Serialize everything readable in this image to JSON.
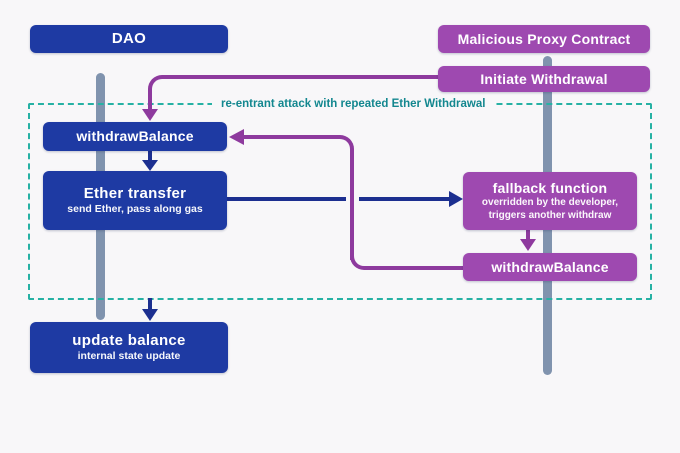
{
  "diagram": {
    "title_semantic": "DAO re-entrancy attack sequence diagram",
    "actors": {
      "dao_label": "DAO",
      "malicious_label": "Malicious Proxy Contract"
    },
    "nodes": {
      "initiate_label": "Initiate Withdrawal",
      "withdraw_dao_label": "withdrawBalance",
      "ether_title": "Ether transfer",
      "ether_subtitle": "send Ether, pass along gas",
      "fallback_title": "fallback function",
      "fallback_subtitle_line1": "overridden by the developer,",
      "fallback_subtitle_line2": "triggers another withdraw",
      "withdraw_proxy_label": "withdrawBalance",
      "update_title": "update balance",
      "update_subtitle": "internal state update"
    },
    "annotation_label": "re-entrant attack with repeated Ether Withdrawal",
    "colors": {
      "box_blue": "#1e3aa3",
      "box_purple": "#9e49b0",
      "arrow_blue": "#1c2f90",
      "arrow_purple": "#8e3a9e",
      "dashed_teal": "#27b1a4",
      "annotation_teal": "#13878f",
      "lifeline_gray": "#8093ae",
      "background": "#f8f7f9",
      "text_white": "#ffffff"
    }
  }
}
